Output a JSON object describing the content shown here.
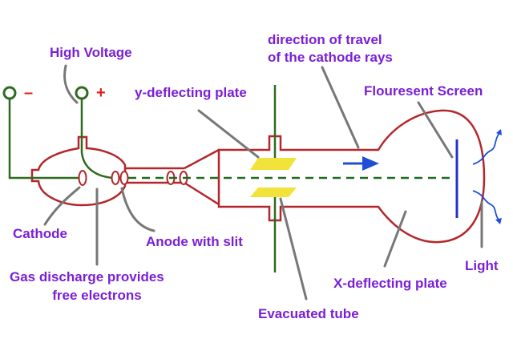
{
  "colors": {
    "label": "#7a1fd6",
    "tube_outline": "#b3262b",
    "wire": "#2f6b1f",
    "beam": "#1f6b1f",
    "plates": "#f2e33a",
    "screen": "#2433c4",
    "arrow": "#1f4fd6",
    "leader": "#777777",
    "sign": "#e0201a"
  },
  "terminals": {
    "negative_sign": "–",
    "positive_sign": "+"
  },
  "labels": {
    "high_voltage": "High Voltage",
    "y_deflecting_plate": "y-deflecting plate",
    "direction_line1": "direction of travel",
    "direction_line2": "of the cathode rays",
    "fluorescent_screen": "Flouresent Screen",
    "cathode": "Cathode",
    "anode_with_slit": "Anode with slit",
    "gas_discharge_line1": "Gas discharge provides",
    "gas_discharge_line2": "free electrons",
    "evacuated_tube": "Evacuated tube",
    "x_deflecting_plate": "X-deflecting plate",
    "light": "Light"
  }
}
